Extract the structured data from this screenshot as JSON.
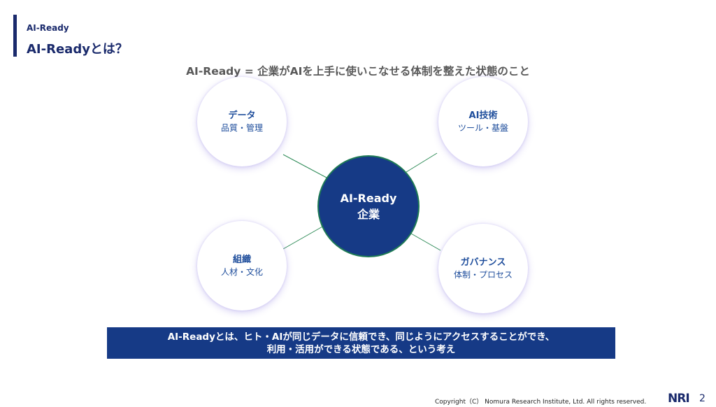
{
  "header": {
    "eyebrow": "AI-Ready",
    "title": "AI-Readyとは？"
  },
  "definition": "AI-Ready = 企業がAIを上手に使いこなせる体制を整えた状態のこと",
  "diagram": {
    "center": {
      "line1": "AI-Ready",
      "line2": "企業"
    },
    "nodes": [
      {
        "title": "データ",
        "subtitle": "品質・管理"
      },
      {
        "title": "AI技術",
        "subtitle": "ツール・基盤"
      },
      {
        "title": "組織",
        "subtitle": "人材・文化"
      },
      {
        "title": "ガバナンス",
        "subtitle": "体制・プロセス"
      }
    ],
    "colors": {
      "center_fill": "#163a86",
      "center_ring": "#1e7a55",
      "connector": "#2e8b57",
      "node_text": "#1f4e9c"
    }
  },
  "summary": {
    "line1": "AI-Readyとは、ヒト・AIが同じデータに信頼でき、同じようにアクセスすることができ、",
    "line2": "利用・活用ができる状態である、という考え"
  },
  "footer": {
    "copyright": "Copyright（C） Nomura Research Institute, Ltd. All rights reserved.",
    "logo": "NRI",
    "page_number": "2"
  }
}
